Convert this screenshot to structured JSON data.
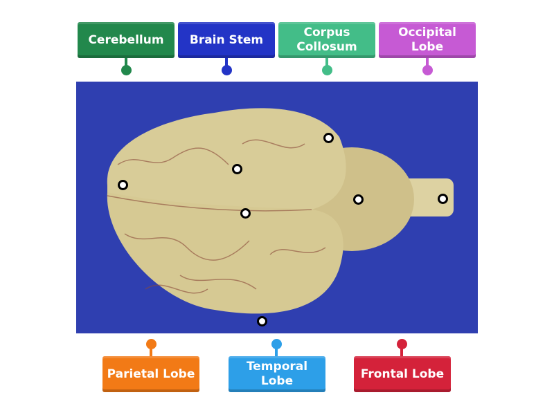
{
  "labels_top": [
    {
      "text": "Cerebellum",
      "color": "#22884c"
    },
    {
      "text": "Brain Stem",
      "color": "#2334c6"
    },
    {
      "text": "Corpus Collosum",
      "color": "#43bd88"
    },
    {
      "text": "Occipital Lobe",
      "color": "#c65ad4"
    }
  ],
  "labels_bottom": [
    {
      "text": "Parietal Lobe",
      "color": "#f27a16"
    },
    {
      "text": "Temporal Lobe",
      "color": "#2d9fe8"
    },
    {
      "text": "Frontal Lobe",
      "color": "#d4223a"
    }
  ],
  "image": {
    "background": "#2f3fb0",
    "tissue": "#d8cc98"
  }
}
